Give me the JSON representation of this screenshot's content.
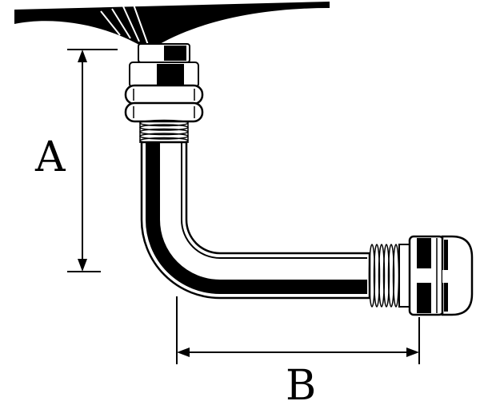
{
  "diagram": {
    "subject": "90-degree bent tire valve stem with dimension callouts",
    "label_a": "A",
    "label_b": "B",
    "colors": {
      "line": "#000000",
      "background": "#ffffff"
    }
  }
}
